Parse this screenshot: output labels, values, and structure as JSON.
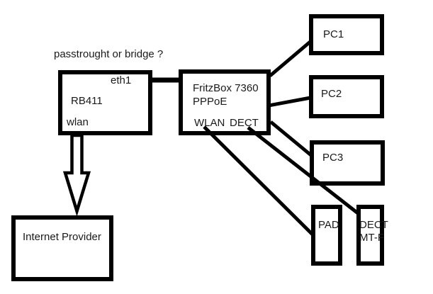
{
  "diagram": {
    "kind": "hand-drawn network topology sketch",
    "note": "passtrought or bridge ?",
    "colors": {
      "ink": "#000000",
      "background": "#ffffff"
    },
    "nodes": {
      "rb411": {
        "name": "RB411",
        "port_eth": "eth1",
        "port_wlan": "wlan"
      },
      "fritzbox": {
        "name": "FritzBox 7360",
        "protocol": "PPPoE",
        "port_wlan": "WLAN",
        "port_dect": "DECT"
      },
      "pc1": {
        "name": "PC1"
      },
      "pc2": {
        "name": "PC2"
      },
      "pc3": {
        "name": "PC3"
      },
      "pad": {
        "name": "PAD"
      },
      "dect_handset": {
        "line1": "DECT",
        "line2": "MT-F"
      },
      "internet_provider": {
        "name": "Internet Provider"
      }
    },
    "connections": [
      {
        "from": "RB411 eth1",
        "to": "FritzBox 7360",
        "style": "thick line"
      },
      {
        "from": "RB411 wlan",
        "to": "Internet Provider",
        "style": "hollow arrow down"
      },
      {
        "from": "FritzBox 7360",
        "to": "PC1",
        "style": "line"
      },
      {
        "from": "FritzBox 7360",
        "to": "PC2",
        "style": "line"
      },
      {
        "from": "FritzBox 7360",
        "to": "PC3",
        "style": "line"
      },
      {
        "from": "FritzBox WLAN",
        "to": "PAD",
        "style": "line"
      },
      {
        "from": "FritzBox DECT",
        "to": "DECT MT-F",
        "style": "line"
      }
    ]
  }
}
